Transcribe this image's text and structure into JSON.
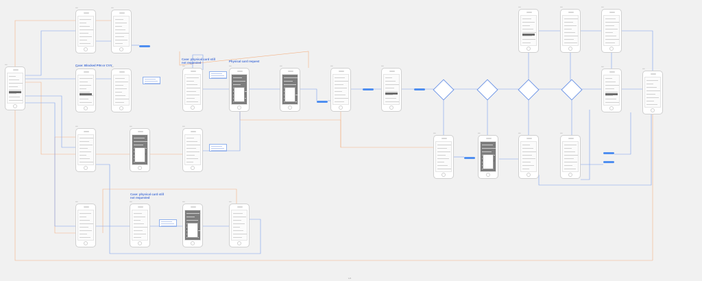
{
  "case_labels": {
    "blocked_pin": "Case: Blocked PIN or CVV",
    "physical_not_requested_1": "Case: physical card still\nnot requested",
    "physical_card_request": "Physical card request",
    "physical_not_requested_2": "Case: physical card still\nnot requested"
  },
  "colors": {
    "flow_line": "#7aa0ee",
    "alt_flow_line": "#f4b183",
    "accent": "#4a73d8",
    "phone_frame": "#cfcfcf"
  },
  "icons": [
    "phone-speaker-icon",
    "home-button-icon",
    "arrow-head-icon"
  ],
  "page_number": "1/2"
}
